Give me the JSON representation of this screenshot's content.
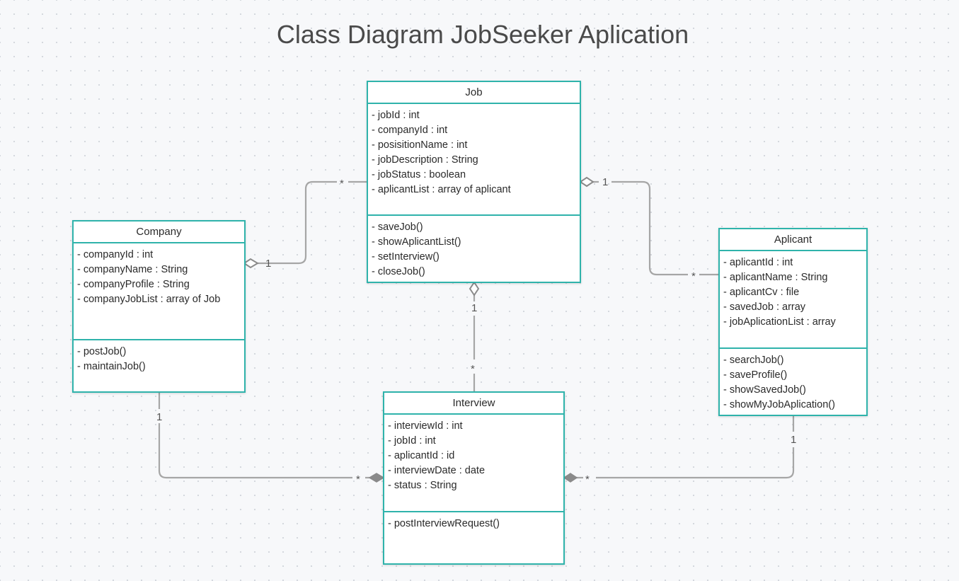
{
  "title": "Class Diagram JobSeeker Aplication",
  "colors": {
    "class_border": "#2fb3ab",
    "connector": "#a6a6a6",
    "diamond_filled": "#8a8a8a"
  },
  "classes": {
    "job": {
      "name": "Job",
      "attributes": [
        "- jobId : int",
        "- companyId : int",
        "- posisitionName : int",
        "- jobDescription : String",
        "- jobStatus : boolean",
        "- aplicantList : array of aplicant"
      ],
      "operations": [
        "-  saveJob()",
        "-  showAplicantList()",
        "-  setInterview()",
        "-  closeJob()"
      ]
    },
    "company": {
      "name": "Company",
      "attributes": [
        "- companyId : int",
        "- companyName : String",
        "- companyProfile : String",
        "- companyJobList  : array of Job"
      ],
      "operations": [
        "-  postJob()",
        "-  maintainJob()"
      ]
    },
    "aplicant": {
      "name": "Aplicant",
      "attributes": [
        "- aplicantId : int",
        "- aplicantName : String",
        "- aplicantCv : file",
        "- savedJob : array",
        "- jobAplicationList : array"
      ],
      "operations": [
        "-  searchJob()",
        "-  saveProfile()",
        "-  showSavedJob()",
        "-  showMyJobAplication()"
      ]
    },
    "interview": {
      "name": "Interview",
      "attributes": [
        "- interviewId : int",
        "- jobId : int",
        "- aplicantId : id",
        "- interviewDate : date",
        "- status : String"
      ],
      "operations": [
        "-  postInterviewRequest()"
      ]
    }
  },
  "multiplicities": {
    "company_job_company_end": "1",
    "company_job_job_end": "*",
    "job_aplicant_job_end": "1",
    "job_aplicant_aplicant_end": "*",
    "job_interview_job_end": "1",
    "job_interview_interview_end": "*",
    "company_interview_company_end": "1",
    "company_interview_interview_end": "*",
    "aplicant_interview_aplicant_end": "1",
    "aplicant_interview_interview_end": "*"
  }
}
